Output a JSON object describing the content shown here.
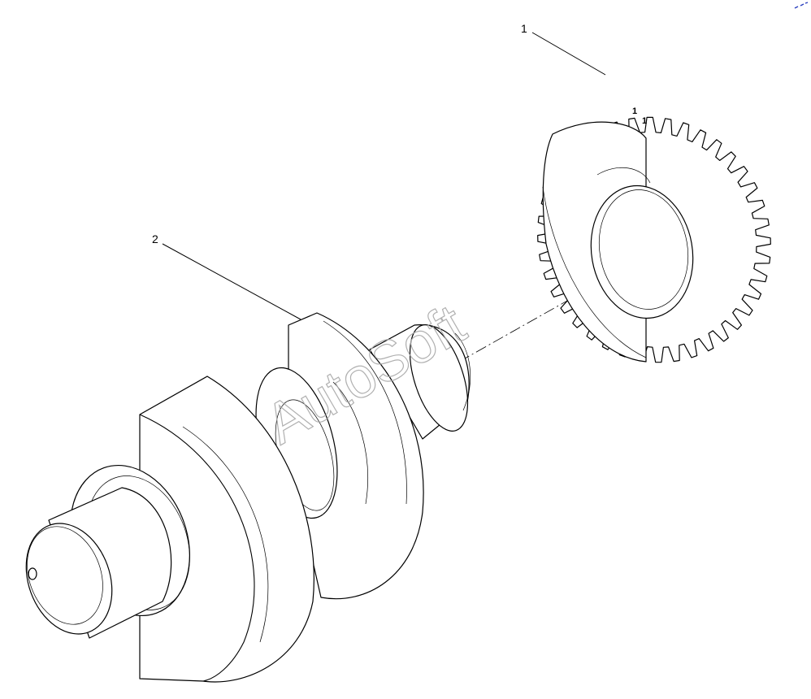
{
  "diagram": {
    "callouts": [
      {
        "id": "1"
      },
      {
        "id": "2"
      }
    ],
    "watermark": "AutoSoft",
    "colors": {
      "line": "#000000",
      "background": "#ffffff",
      "watermark": "#a8a8a8",
      "corner_mark": "#2a3fbf"
    }
  }
}
